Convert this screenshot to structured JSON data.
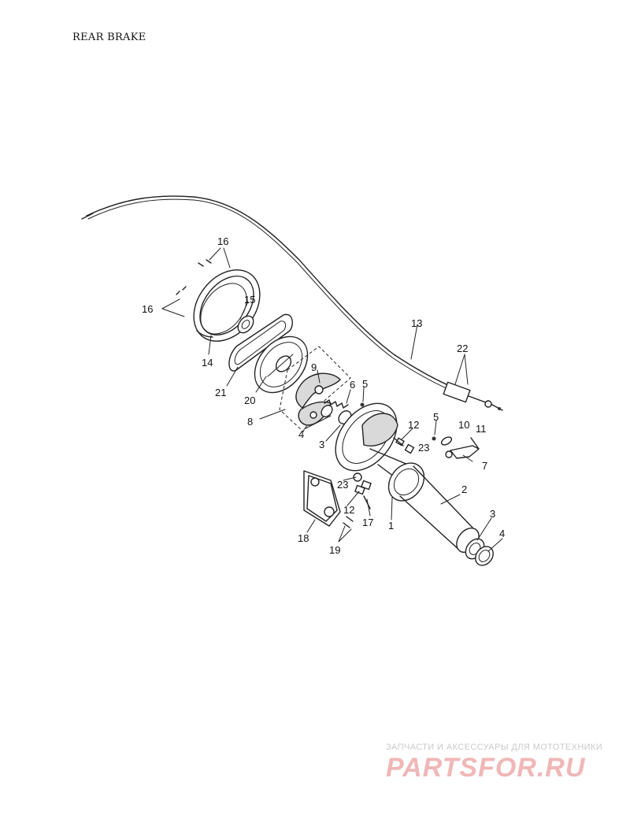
{
  "title": "REAR BRAKE",
  "callouts": [
    {
      "id": "c16a",
      "text": "16"
    },
    {
      "id": "c16b",
      "text": "16"
    },
    {
      "id": "c15",
      "text": "15"
    },
    {
      "id": "c14",
      "text": "14"
    },
    {
      "id": "c21",
      "text": "21"
    },
    {
      "id": "c20",
      "text": "20"
    },
    {
      "id": "c9",
      "text": "9"
    },
    {
      "id": "c8",
      "text": "8"
    },
    {
      "id": "c6",
      "text": "6"
    },
    {
      "id": "c5a",
      "text": "5"
    },
    {
      "id": "c4a",
      "text": "4"
    },
    {
      "id": "c3a",
      "text": "3"
    },
    {
      "id": "c13",
      "text": "13"
    },
    {
      "id": "c22",
      "text": "22"
    },
    {
      "id": "c12a",
      "text": "12"
    },
    {
      "id": "c23a",
      "text": "23"
    },
    {
      "id": "c5b",
      "text": "5"
    },
    {
      "id": "c10",
      "text": "10"
    },
    {
      "id": "c11",
      "text": "11"
    },
    {
      "id": "c7",
      "text": "7"
    },
    {
      "id": "c2",
      "text": "2"
    },
    {
      "id": "c23b",
      "text": "23"
    },
    {
      "id": "c12b",
      "text": "12"
    },
    {
      "id": "c17",
      "text": "17"
    },
    {
      "id": "c1",
      "text": "1"
    },
    {
      "id": "c18",
      "text": "18"
    },
    {
      "id": "c19",
      "text": "19"
    },
    {
      "id": "c3b",
      "text": "3"
    },
    {
      "id": "c4b",
      "text": "4"
    }
  ],
  "watermark": {
    "tagline": "ЗАПЧАСТИ И АКСЕССУАРЫ ДЛЯ МОТОТЕХНИКИ",
    "logo": "PARTSFOR.RU"
  }
}
